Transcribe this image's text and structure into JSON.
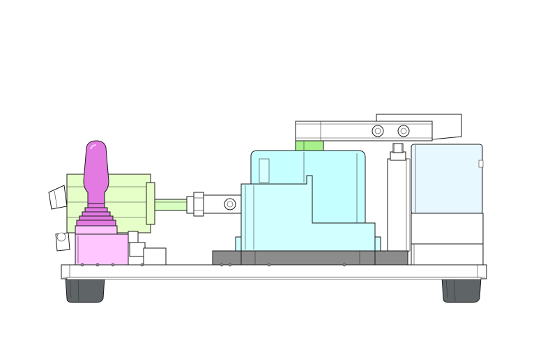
{
  "drawing": {
    "view": "front",
    "style": "shaded-with-edges",
    "background": "#ffffff"
  },
  "colors": {
    "edge": "#1a1a1a",
    "base_plate": "#ffffff",
    "feet": "#5f6466",
    "valve_body": "#e6ffc8",
    "handle": "#e27ae2",
    "manifold": "#ffc6ff",
    "rod": "#d8ffc0",
    "clamp_housing": "#c6ffff",
    "clamp_block": "#d2ffff",
    "gasket_strip": "#8c8c8c",
    "cylinder": "#e8f8ff",
    "top_plate": "#ffffff",
    "green_pad": "#a8f08a"
  },
  "components": [
    {
      "id": "base-plate",
      "icon": "plate-icon"
    },
    {
      "id": "foot-left",
      "icon": "rubber-foot-icon"
    },
    {
      "id": "foot-right",
      "icon": "rubber-foot-icon"
    },
    {
      "id": "hand-valve-body",
      "icon": "valve-icon"
    },
    {
      "id": "valve-handle",
      "icon": "lever-handle-icon"
    },
    {
      "id": "air-fittings",
      "icon": "fitting-icon"
    },
    {
      "id": "manifold-block",
      "icon": "block-icon"
    },
    {
      "id": "piston-rod",
      "icon": "rod-icon"
    },
    {
      "id": "clamp-housing",
      "icon": "housing-icon"
    },
    {
      "id": "clamp-cylinder",
      "icon": "cylinder-icon"
    },
    {
      "id": "clamp-arm",
      "icon": "arm-icon"
    },
    {
      "id": "guide-post",
      "icon": "post-icon"
    }
  ]
}
